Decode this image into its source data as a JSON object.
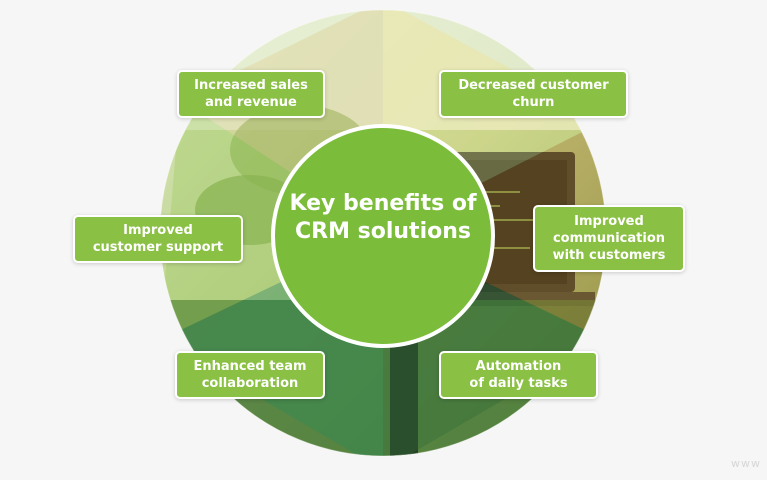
{
  "diagram": {
    "center_title": "Key benefits of\nCRM solutions",
    "colors": {
      "accent_green": "#8ac043",
      "center_green": "#7bbd3a",
      "outline": "#ffffff",
      "background": "#f6f6f6"
    },
    "benefits": [
      {
        "label": "Increased sales\nand revenue"
      },
      {
        "label": "Decreased customer\nchurn"
      },
      {
        "label": "Improved\ncommunication\nwith customers"
      },
      {
        "label": "Automation\nof daily  tasks"
      },
      {
        "label": "Enhanced team\ncollaboration"
      },
      {
        "label": "Improved\ncustomer support"
      }
    ],
    "watermark": "www"
  }
}
